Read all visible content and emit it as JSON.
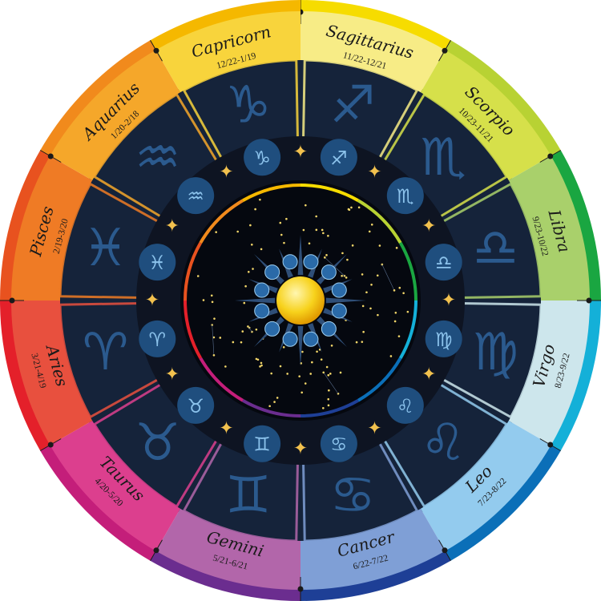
{
  "signs": [
    {
      "name": "Sagittarius",
      "dates": "11/22-12/21",
      "symbol": "♐",
      "band_color": "#f7ec86",
      "ring_color": "#f6dc00"
    },
    {
      "name": "Scorpio",
      "dates": "10/23-11/21",
      "symbol": "♏",
      "band_color": "#d6e04a",
      "ring_color": "#b8d233"
    },
    {
      "name": "Libra",
      "dates": "9/23-10/22",
      "symbol": "♎",
      "band_color": "#a9d06b",
      "ring_color": "#1aa641"
    },
    {
      "name": "Virgo",
      "dates": "8/23-9/22",
      "symbol": "♍",
      "band_color": "#cde6ec",
      "ring_color": "#14b0d8"
    },
    {
      "name": "Leo",
      "dates": "7/23-8/22",
      "symbol": "♌",
      "band_color": "#93cbee",
      "ring_color": "#0b6fb8"
    },
    {
      "name": "Cancer",
      "dates": "6/22-7/22",
      "symbol": "♋",
      "band_color": "#7f9fd6",
      "ring_color": "#1e3f96"
    },
    {
      "name": "Gemini",
      "dates": "5/21-6/21",
      "symbol": "♊",
      "band_color": "#b266aa",
      "ring_color": "#6b2d8f"
    },
    {
      "name": "Taurus",
      "dates": "4/20-5/20",
      "symbol": "♉",
      "band_color": "#dc3f8e",
      "ring_color": "#c41e7a"
    },
    {
      "name": "Aries",
      "dates": "3/21-4/19",
      "symbol": "♈",
      "band_color": "#e8503e",
      "ring_color": "#e4202a"
    },
    {
      "name": "Pisces",
      "dates": "2/19-3/20",
      "symbol": "♓",
      "band_color": "#ef7b25",
      "ring_color": "#e8521f"
    },
    {
      "name": "Aquarius",
      "dates": "1/20-2/18",
      "symbol": "♒",
      "band_color": "#f5a72a",
      "ring_color": "#f18a1c"
    },
    {
      "name": "Capricorn",
      "dates": "12/22-1/19",
      "symbol": "♑",
      "band_color": "#f8d43c",
      "ring_color": "#f5b800"
    }
  ],
  "colors": {
    "navy_band": "#15233a",
    "symbol_ring": "#0e1422",
    "symbol_circle": "#1f4e7e",
    "symbol_glyph": "#8cc3ec",
    "figure": "#2b5a8e",
    "star": "#f2c14e",
    "center": "#05080f",
    "sun": "#f7d21c"
  }
}
